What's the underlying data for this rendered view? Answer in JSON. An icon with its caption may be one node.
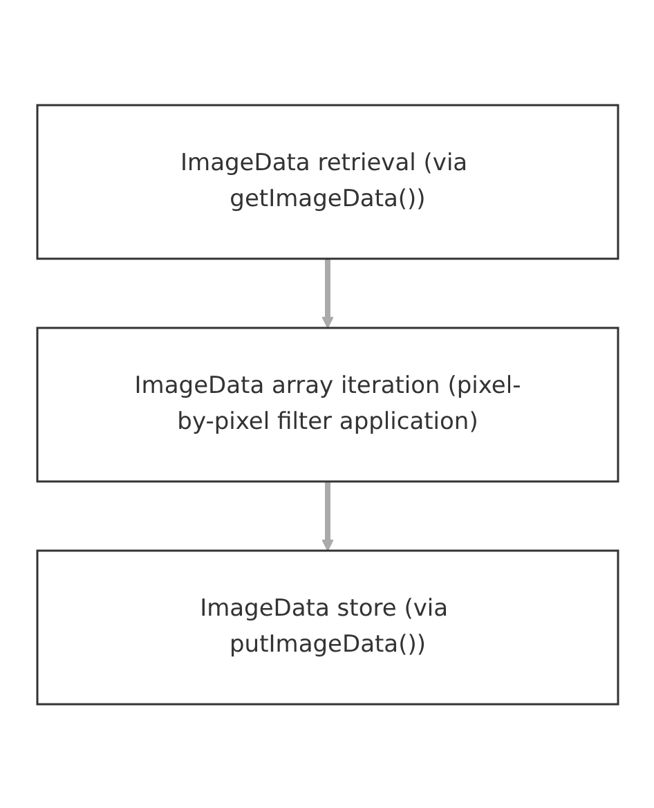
{
  "diagram": {
    "nodes": [
      {
        "text": [
          "ImageData retrieval (via getImageData())"
        ]
      },
      {
        "text": [
          "ImageData array iteration (pixel-by-pixel filter application)"
        ]
      },
      {
        "text": [
          "ImageData store (via putImageData())"
        ]
      }
    ],
    "edges": [
      {
        "from": 0,
        "to": 1,
        "arrow": "to"
      },
      {
        "from": 1,
        "to": 2,
        "arrow": "to"
      }
    ]
  }
}
